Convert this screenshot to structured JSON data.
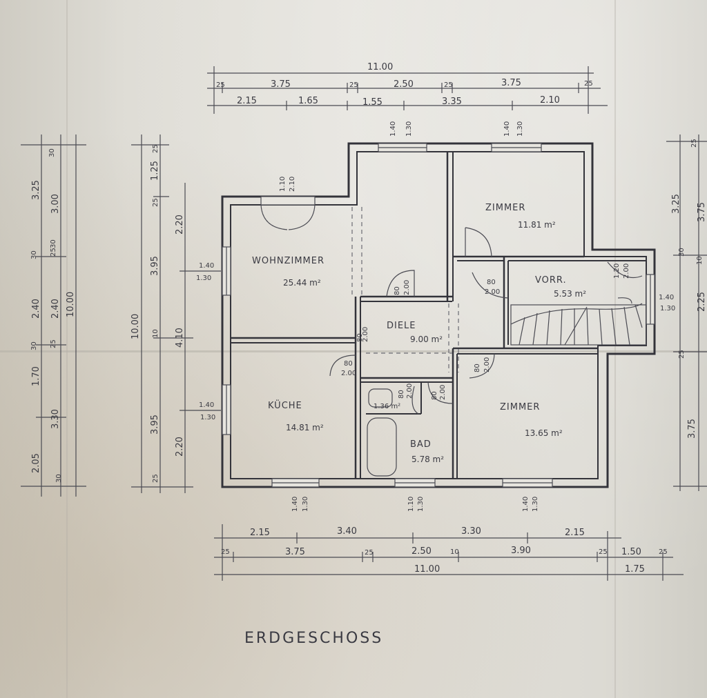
{
  "title": "ERDGESCHOSS",
  "rooms": {
    "wohnzimmer": {
      "name": "WOHNZIMMER",
      "area": "25.44 m²"
    },
    "zimmer_top": {
      "name": "ZIMMER",
      "area": "11.81 m²"
    },
    "vorr": {
      "name": "VORR.",
      "area": "5.53 m²"
    },
    "diele": {
      "name": "DIELE",
      "area": "9.00 m²"
    },
    "kueche": {
      "name": "KÜCHE",
      "area": "14.81 m²"
    },
    "wc": {
      "name": "",
      "area": "1.36 m²"
    },
    "bad": {
      "name": "BAD",
      "area": "5.78 m²"
    },
    "zimmer_bottom": {
      "name": "ZIMMER",
      "area": "13.65 m²"
    }
  },
  "dims_top": {
    "total": "11.00",
    "row2": [
      "25",
      "3.75",
      "25",
      "2.50",
      "25",
      "3.75",
      "25"
    ],
    "row3": [
      "2.15",
      "1.65",
      "1.55",
      "3.35",
      "2.10"
    ]
  },
  "dims_bottom": {
    "row1": [
      "2.15",
      "3.40",
      "3.30",
      "2.15"
    ],
    "row2": [
      "25",
      "3.75",
      "25",
      "2.50",
      "10",
      "3.90",
      "25",
      "1.50",
      "25"
    ],
    "total": "11.00",
    "extra": "1.75"
  },
  "dims_left_outer": [
    "30",
    "3.25",
    "30",
    "2.40",
    "30",
    "1.70",
    "2.05",
    "30"
  ],
  "dims_left_mid": [
    "30",
    "3.00",
    "25",
    "2.40",
    "25",
    "3.30",
    "10.00"
  ],
  "dims_left_inner": [
    "25",
    "1.25",
    "25",
    "3.95",
    "10",
    "3.95",
    "25",
    "10.00"
  ],
  "dims_left_wall": [
    "2.20",
    "4.10",
    "2.20"
  ],
  "dims_right": [
    "25",
    "3.25",
    "3.75",
    "30",
    "10",
    "2.25",
    "25",
    "3.75"
  ],
  "openings": {
    "win_wohn_top": [
      "1.10",
      "2.10"
    ],
    "win_top1": [
      "1.40",
      "1.30"
    ],
    "win_top2": [
      "1.40",
      "1.30"
    ],
    "win_left1": [
      "1.40",
      "1.30"
    ],
    "win_left2": [
      "1.40",
      "1.30"
    ],
    "win_right": [
      "1.40",
      "1.30"
    ],
    "win_bot1": [
      "1.40",
      "1.30"
    ],
    "win_bot2": [
      "1.10",
      "1.30"
    ],
    "win_bot3": [
      "1.40",
      "1.30"
    ],
    "door_diele": [
      "80",
      "2.00"
    ],
    "door_vorr": [
      "80",
      "2.00"
    ],
    "door_entry": [
      "1.20",
      "2.00"
    ],
    "door_kueche": [
      "80",
      "2.00"
    ],
    "door_zimmer": [
      "80",
      "2.00"
    ],
    "door_bad": [
      "80",
      "2.00"
    ],
    "door_wc": [
      "80",
      "2.00"
    ],
    "door_ost": [
      "80",
      "2.00"
    ]
  }
}
